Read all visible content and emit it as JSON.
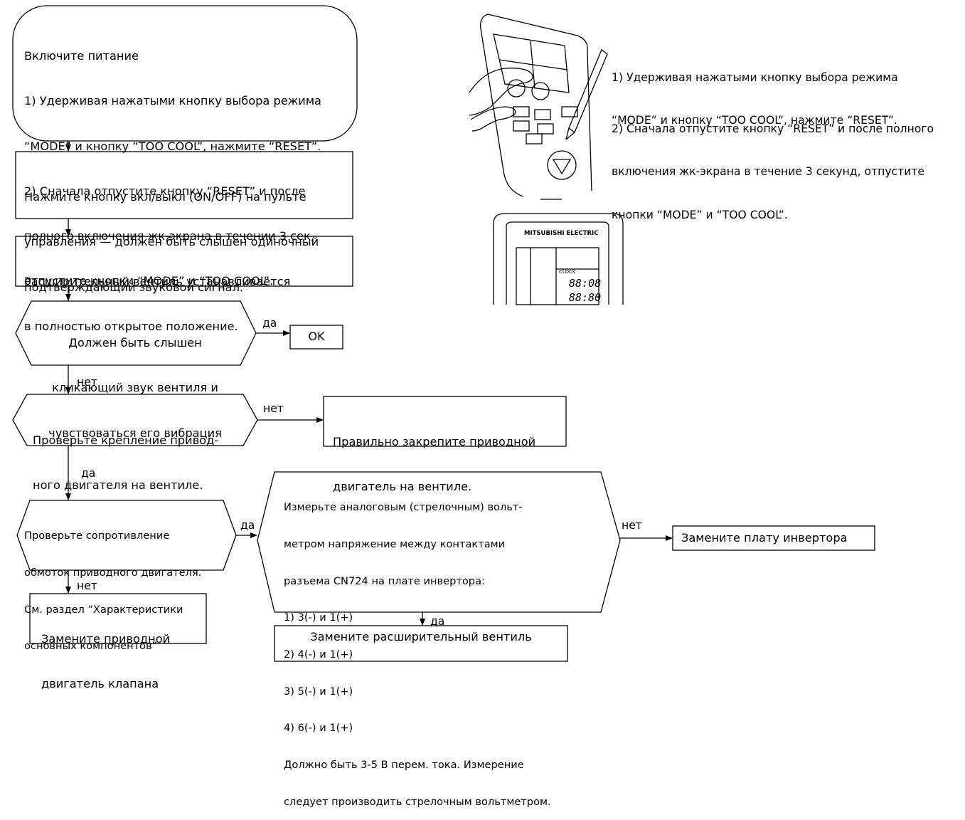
{
  "start_box": {
    "lines": [
      "Включите питание",
      "1) Удерживая нажатыми кнопку выбора режима",
      "“MODE” и кнопку “TOO COOL”, нажмите “RESET”.",
      "2) Сначала отпустите кнопку “RESET” и после",
      "полного включения жк-экрана в течении 3 сек,",
      "отпустите кнопки “MODE” и “TOO COOL”."
    ]
  },
  "step_onoff": {
    "lines": [
      "Нажмите кнопку вкл/выкл (ON/OFF) на пульте",
      "управления — должен быть слышен одиночный",
      "подтверждающий звуковой сигнал."
    ]
  },
  "step_valve_open": {
    "lines": [
      "Расширительный вентиль устанавливается",
      "в полностью открытое положение."
    ]
  },
  "decision_click": {
    "lines": [
      "Должен быть слышен",
      "кликающий звук вентиля и",
      "чувствоваться его вибрация"
    ],
    "yes_label": "да",
    "no_label": "нет"
  },
  "ok_box": {
    "label": "OK"
  },
  "decision_mount": {
    "lines": [
      "Проверьте крепление привод-",
      "ного двигателя на вентиле."
    ],
    "no_label": "нет",
    "yes_label": "да"
  },
  "fix_mount_box": {
    "lines": [
      "Правильно закрепите приводной",
      "двигатель на вентиле."
    ]
  },
  "decision_resistance": {
    "lines": [
      "Проверьте сопротивление",
      "обмоток приводного двигателя.",
      "См. раздел “Характеристики",
      "основных компонентов”"
    ],
    "yes_label": "да",
    "no_label": "нет"
  },
  "replace_motor_box": {
    "lines": [
      "Замените приводной",
      "двигатель клапана"
    ]
  },
  "decision_voltage": {
    "lines": [
      "Измерьте аналоговым (стрелочным) вольт-",
      "метром напряжение между контактами",
      "разъема CN724 на плате инвертора:",
      "1) 3(-) и 1(+)",
      "2) 4(-) и 1(+)",
      "3) 5(-) и 1(+)",
      "4) 6(-) и 1(+)",
      "Должно быть 3-5 В перем. тока. Измерение",
      "следует производить стрелочным вольтметром."
    ],
    "no_label": "нет",
    "yes_label": "да"
  },
  "replace_inverter_box": {
    "label": "Замените плату инвертора"
  },
  "replace_valve_box": {
    "label": "Замените расширительный вентиль"
  },
  "side_notes": {
    "note1": [
      "1) Удерживая нажатыми кнопку выбора режима",
      "“MODE” и кнопку “TOO COOL”, нажмите “RESET”."
    ],
    "note2": [
      "2) Сначала отпустите кнопку “RESET” и после полного",
      "включения жк-экрана в течение 3 секунд, отпустите",
      "кнопки “MODE” и “TOO COOL”."
    ]
  },
  "remote_display": {
    "brand": "MITSUBISHI ELECTRIC",
    "clock_label": "CLOCK",
    "time1": "88:08",
    "time2": "88:80"
  }
}
